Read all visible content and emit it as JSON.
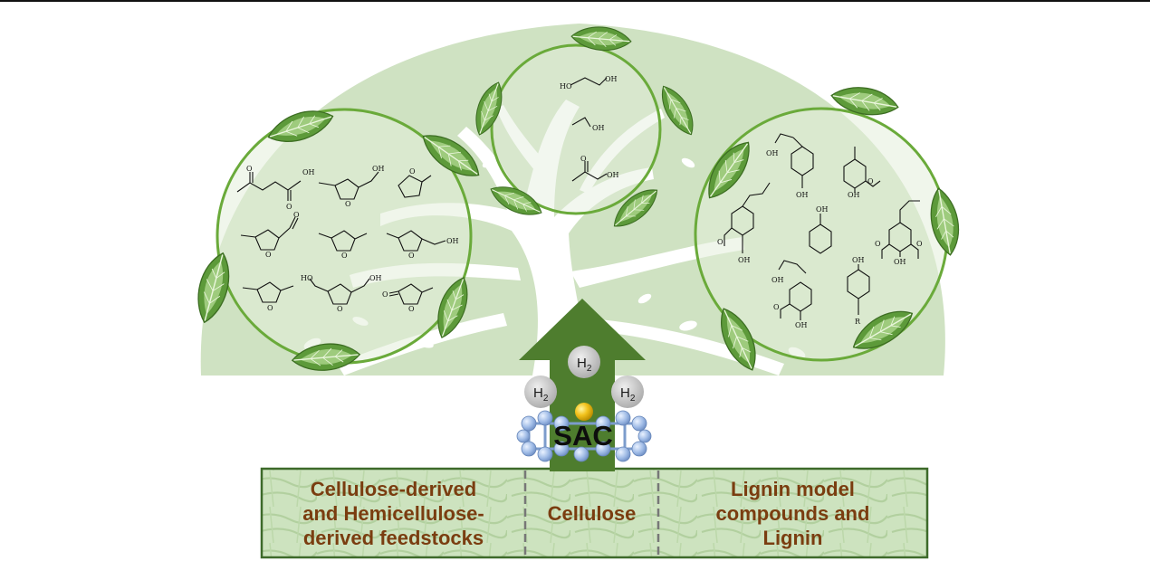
{
  "center_label": "SAC",
  "h2_molecules": [
    {
      "main": "H",
      "sub": "2"
    },
    {
      "main": "H",
      "sub": "2"
    },
    {
      "main": "H",
      "sub": "2"
    }
  ],
  "panels": [
    {
      "lines": [
        "Cellulose-derived",
        "and Hemicellulose-",
        "derived feedstocks"
      ]
    },
    {
      "lines": [
        "Cellulose"
      ]
    },
    {
      "lines": [
        "Lignin model",
        "compounds and",
        "Lignin"
      ]
    }
  ],
  "atom_labels": {
    "oh": "OH",
    "ho": "HO",
    "o": "O",
    "r": "R"
  },
  "colors": {
    "dark_green": "#4e7d2e",
    "circle_green": "#6aaa3a",
    "canopy": "#cfe2c2",
    "panel_text": "#7a3d10",
    "panel_border": "#3d6a2a"
  }
}
